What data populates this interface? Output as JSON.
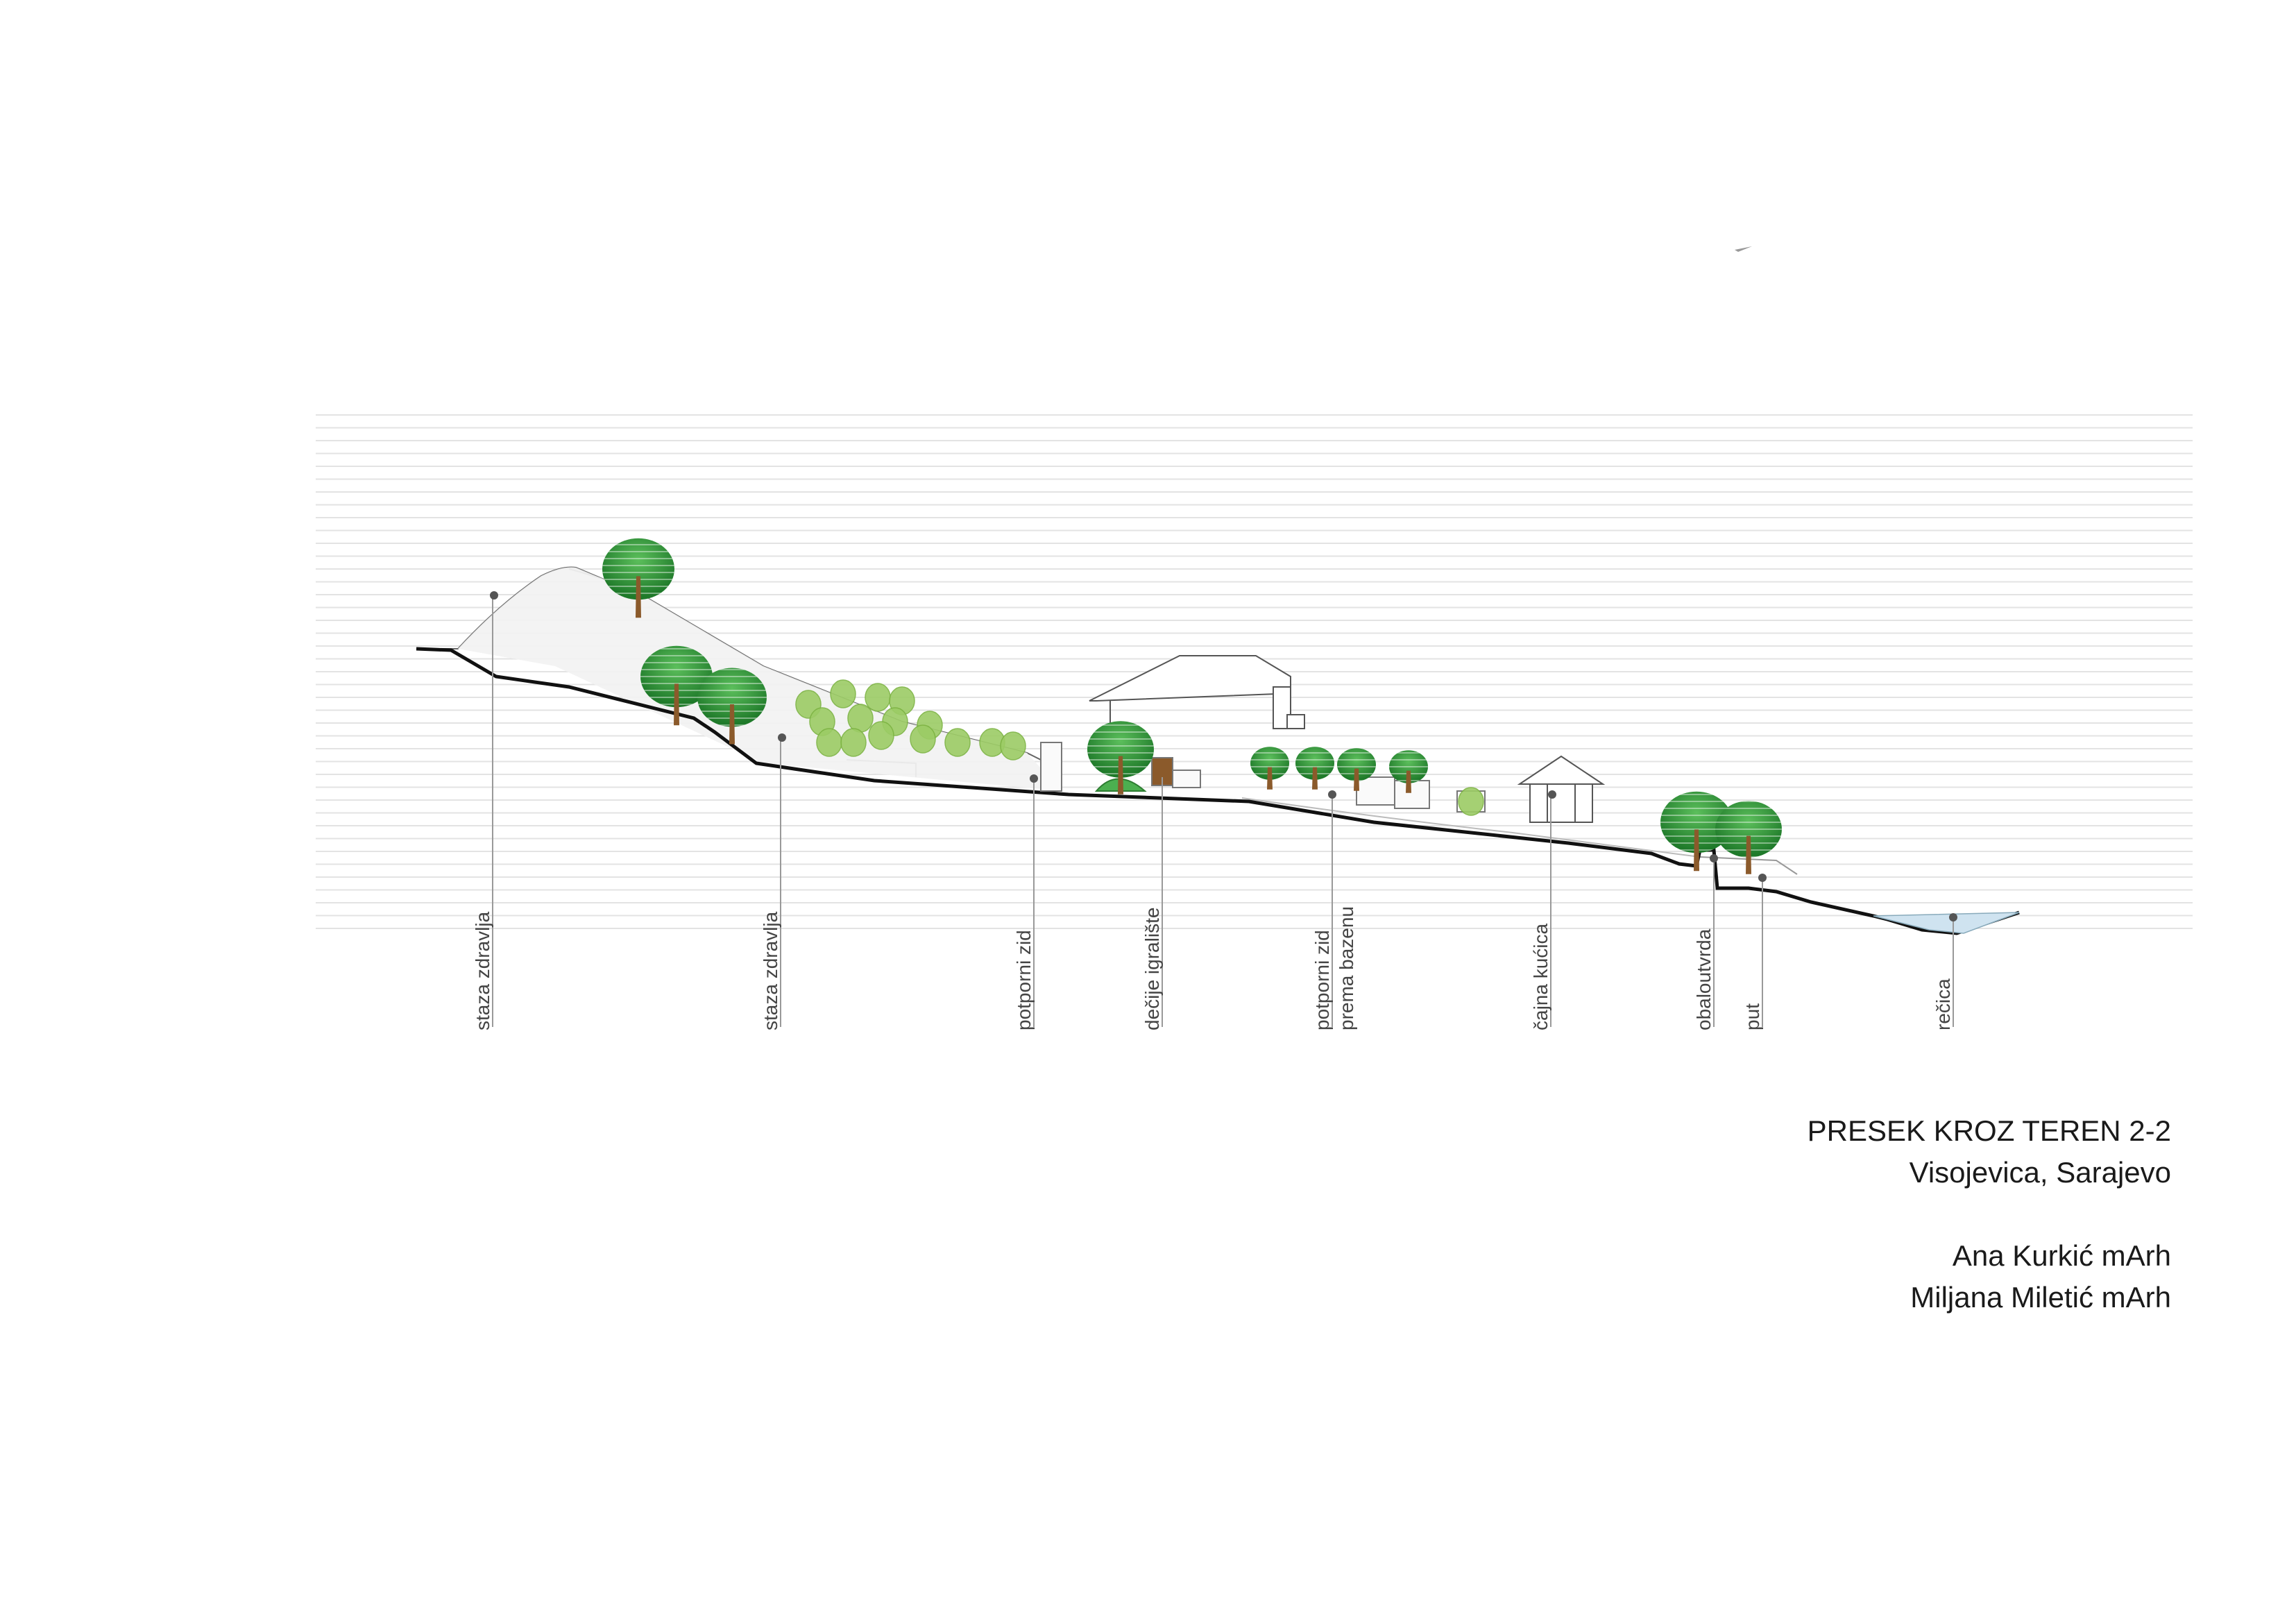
{
  "drawing": {
    "labels": [
      {
        "id": "l1",
        "text": "staza zdravlja"
      },
      {
        "id": "l2",
        "text": "staza zdravlja"
      },
      {
        "id": "l3",
        "text": "potporni zid"
      },
      {
        "id": "l4",
        "text": "dečije igralište"
      },
      {
        "id": "l5a",
        "text": "potporni zid"
      },
      {
        "id": "l5b",
        "text": "prema bazenu"
      },
      {
        "id": "l6",
        "text": "čajna kućica"
      },
      {
        "id": "l7",
        "text": "obaloutvrda"
      },
      {
        "id": "l8",
        "text": "put"
      },
      {
        "id": "l9",
        "text": "rečica"
      }
    ]
  },
  "title_block": {
    "title": "PRESEK KROZ TEREN 2-2",
    "location": "Visojevica, Sarajevo",
    "author_1": "Ana Kurkić mArh",
    "author_2": "Miljana Miletić mArh"
  },
  "colors": {
    "tree_green": "#2e8b2e",
    "tree_light": "#4caf50",
    "shrub_green": "#9ccc65",
    "trunk": "#8b5a2b",
    "water": "#cfe3f0",
    "grid": "#e3e3e3",
    "ground": "#111111"
  }
}
